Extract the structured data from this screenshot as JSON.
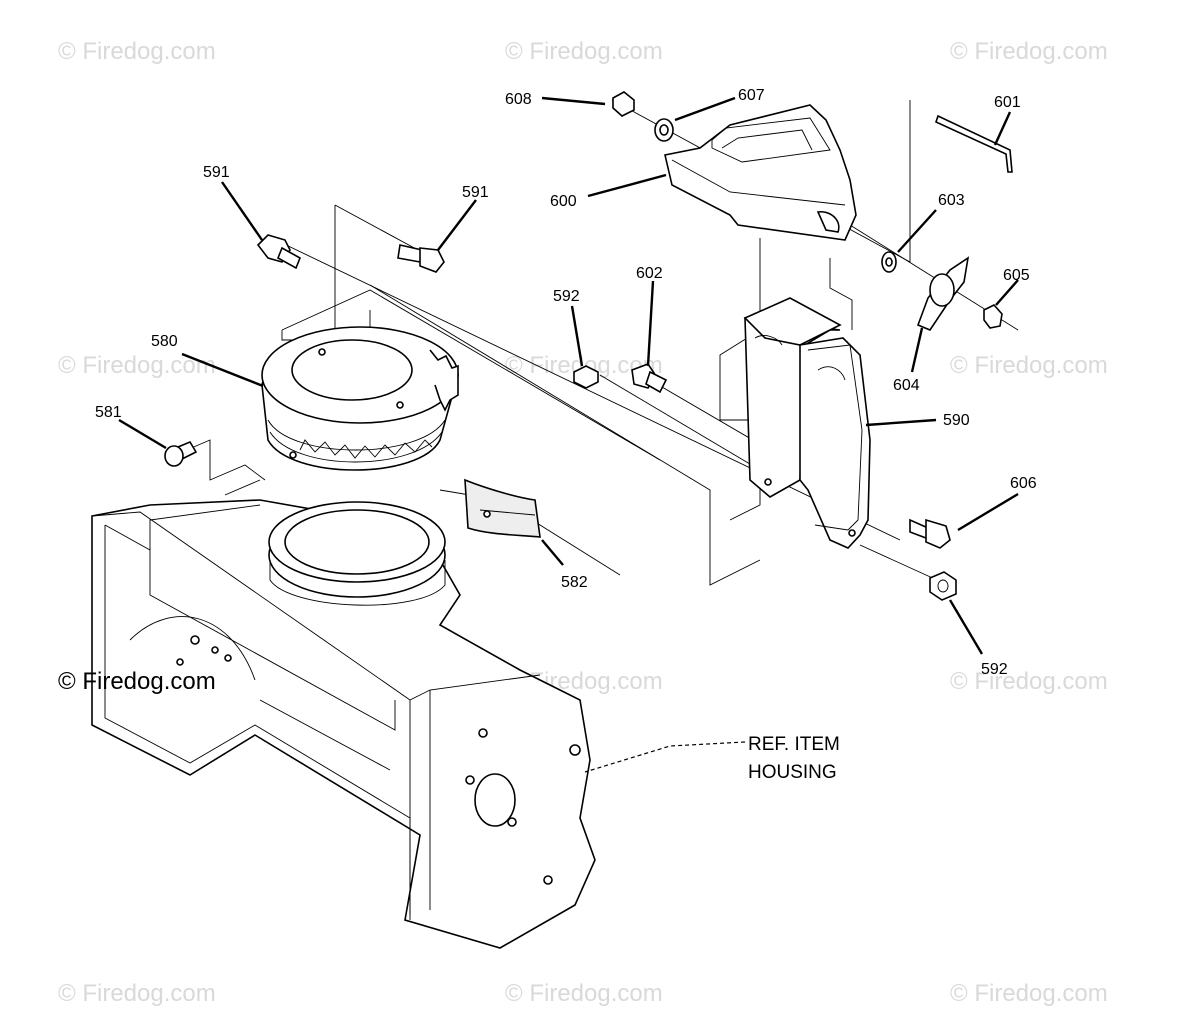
{
  "watermark": {
    "text": "© Firedog.com",
    "color": "#d9d9d9",
    "strong_color": "#000000"
  },
  "callouts": {
    "c608": "608",
    "c607": "607",
    "c601": "601",
    "c600": "600",
    "c603": "603",
    "c605": "605",
    "c604": "604",
    "c591a": "591",
    "c591b": "591",
    "c592a": "592",
    "c602": "602",
    "c590": "590",
    "c580": "580",
    "c581": "581",
    "c582": "582",
    "c606": "606",
    "c592b": "592"
  },
  "reference_label": {
    "line1": "REF. ITEM",
    "line2": "HOUSING"
  }
}
